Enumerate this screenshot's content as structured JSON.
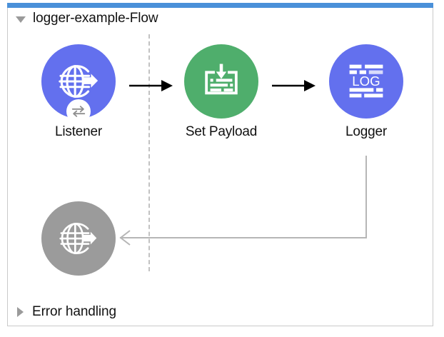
{
  "canvas": {
    "accent_color": "#4a90d9",
    "border_color": "#c9c9c9",
    "background": "#ffffff"
  },
  "flow": {
    "title": "logger-example-Flow",
    "disclosure_icon": "triangle-down-icon",
    "expanded": true
  },
  "error_section": {
    "title": "Error handling",
    "disclosure_icon": "triangle-right-icon",
    "expanded": false
  },
  "nodes": [
    {
      "id": "listener",
      "label": "Listener",
      "icon": "globe-arrow-icon",
      "color": "#6370ee",
      "badge_icon": "exchange-arrows-icon",
      "badge_color": "#8e8e8e",
      "state": "active"
    },
    {
      "id": "set-payload",
      "label": "Set Payload",
      "icon": "document-download-icon",
      "color": "#4fae6c",
      "state": "active"
    },
    {
      "id": "logger",
      "label": "Logger",
      "icon": "log-lines-icon",
      "icon_text": "LOG",
      "color": "#6370ee",
      "state": "active"
    },
    {
      "id": "listener-response",
      "label": "",
      "icon": "globe-arrow-icon",
      "color": "#9b9b9b",
      "state": "disabled"
    }
  ],
  "connectors": [
    {
      "id": "listener-to-setpayload",
      "from": "listener",
      "to": "set-payload",
      "style": "solid",
      "color": "#000000",
      "direction": "right"
    },
    {
      "id": "setpayload-to-logger",
      "from": "set-payload",
      "to": "logger",
      "style": "solid",
      "color": "#000000",
      "direction": "right"
    },
    {
      "id": "logger-to-response",
      "from": "logger",
      "to": "listener-response",
      "style": "solid",
      "color": "#b6b6b6",
      "direction": "left"
    }
  ],
  "separator": {
    "id": "flow-lane-divider",
    "style": "dashed",
    "color": "#c2c2c2"
  }
}
